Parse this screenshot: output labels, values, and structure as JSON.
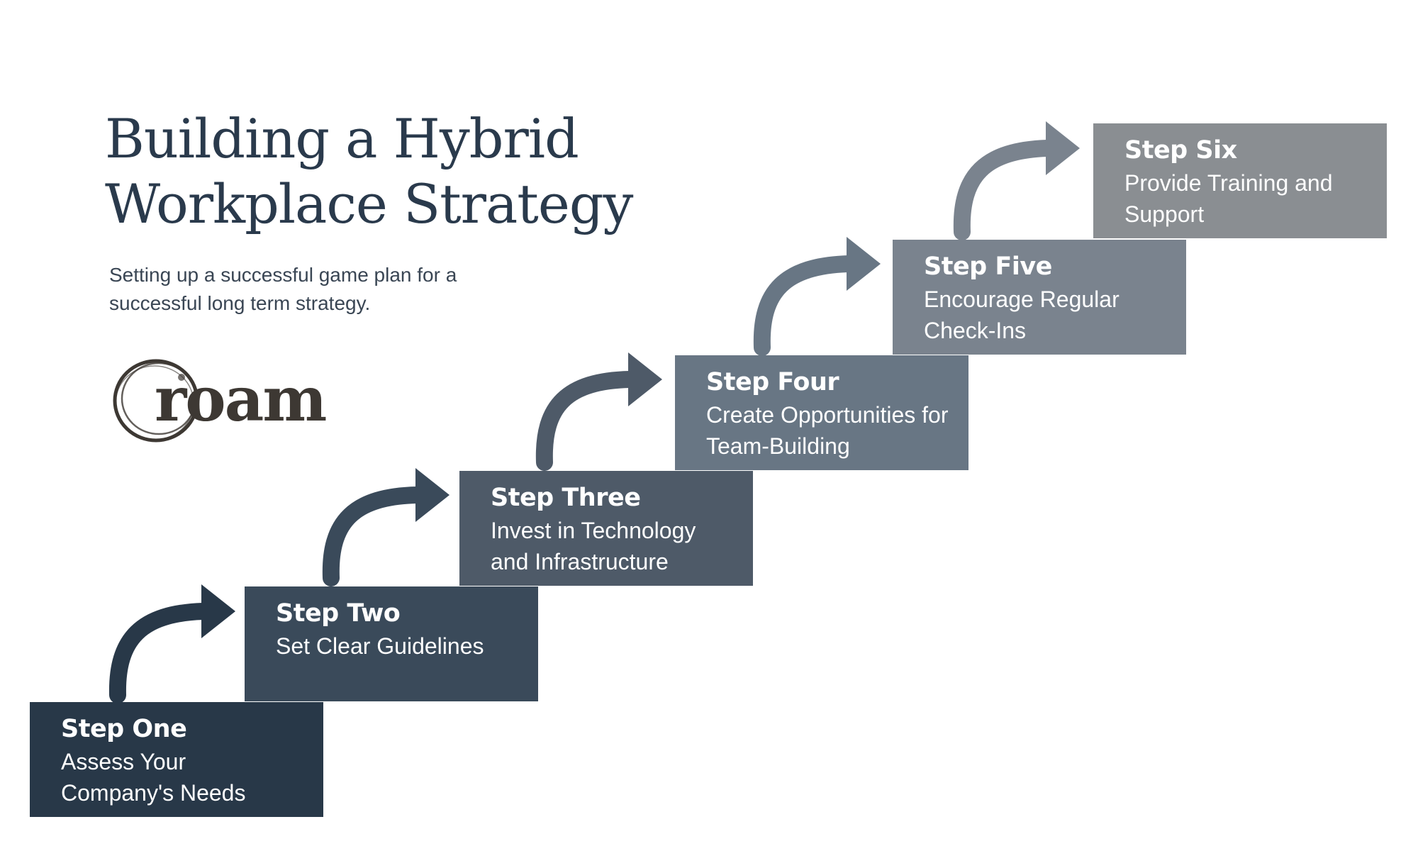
{
  "header": {
    "title_line1": "Building a Hybrid",
    "title_line2": "Workplace Strategy",
    "subtitle_line1": "Setting up a successful game plan for a",
    "subtitle_line2": "successful long term strategy."
  },
  "logo": {
    "text": "roam"
  },
  "colors": {
    "title": "#2a3a4c",
    "step_one": "#283848",
    "step_two": "#3a4a5a",
    "step_three": "#4e5a68",
    "step_four": "#687684",
    "step_five": "#7a838e",
    "step_six": "#8a8e92"
  },
  "steps": [
    {
      "title": "Step One",
      "desc_line1": "Assess Your",
      "desc_line2": "Company's Needs"
    },
    {
      "title": "Step Two",
      "desc_line1": "Set Clear Guidelines",
      "desc_line2": ""
    },
    {
      "title": "Step Three",
      "desc_line1": "Invest in Technology",
      "desc_line2": "and Infrastructure"
    },
    {
      "title": "Step Four",
      "desc_line1": "Create Opportunities for",
      "desc_line2": "Team-Building"
    },
    {
      "title": "Step Five",
      "desc_line1": "Encourage Regular",
      "desc_line2": "Check-Ins"
    },
    {
      "title": "Step Six",
      "desc_line1": "Provide Training and",
      "desc_line2": "Support"
    }
  ]
}
